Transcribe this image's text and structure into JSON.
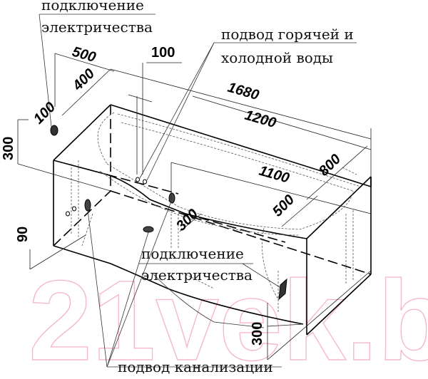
{
  "diagram": {
    "subject": "bathtub installation dimension drawing",
    "watermark": "21vek.by",
    "colors": {
      "lines": "#000000",
      "watermark": "#f4b8c8",
      "background": "#ffffff"
    },
    "labels": {
      "electric_top_line1": "подключение",
      "electric_top_line2": "электричества",
      "water_line1": "подвод горячей и",
      "water_line2": "холодной воды",
      "electric_mid_line1": "подключение",
      "electric_mid_line2": "электричества",
      "sewer": "подвод канализации"
    },
    "dimensions": {
      "d500_top": "500",
      "d400": "400",
      "d100_left": "100",
      "d100_top": "100",
      "d300_left": "300",
      "d90": "90",
      "d1680": "1680",
      "d1200": "1200",
      "d800": "800",
      "d1100": "1100",
      "d500_right": "500",
      "d300_mid": "300",
      "d300_bottom": "300"
    }
  }
}
